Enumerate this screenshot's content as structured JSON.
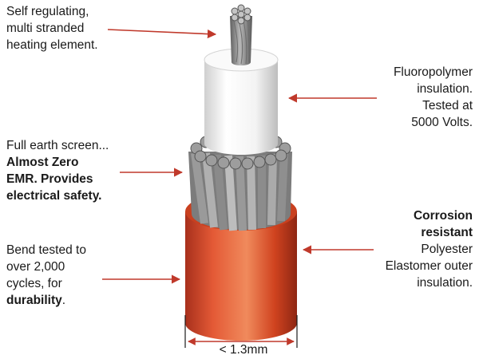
{
  "labels": {
    "heating_element": {
      "lines": [
        "Self regulating,",
        "multi stranded",
        "heating element."
      ]
    },
    "fluoropolymer": {
      "lines": [
        "Fluoropolymer",
        "insulation.",
        "Tested at",
        "5000 Volts."
      ]
    },
    "earth_screen": {
      "line1": "Full earth screen...",
      "bold_lines": [
        "Almost Zero",
        "EMR. Provides",
        "electrical safety."
      ]
    },
    "corrosion": {
      "bold_lines": [
        "Corrosion",
        "resistant"
      ],
      "lines": [
        "Polyester",
        "Elastomer outer",
        "insulation."
      ]
    },
    "bend_tested": {
      "lines": [
        "Bend tested to",
        "over 2,000",
        "cycles, for"
      ],
      "bold_word": "durability",
      "suffix": "."
    }
  },
  "dimension": {
    "text": "< 1.3mm"
  },
  "colors": {
    "arrow": "#c0392b",
    "outer_jacket": "#d9482a",
    "insulation": "#f1f1f1",
    "strands": "#8e8e8e"
  }
}
